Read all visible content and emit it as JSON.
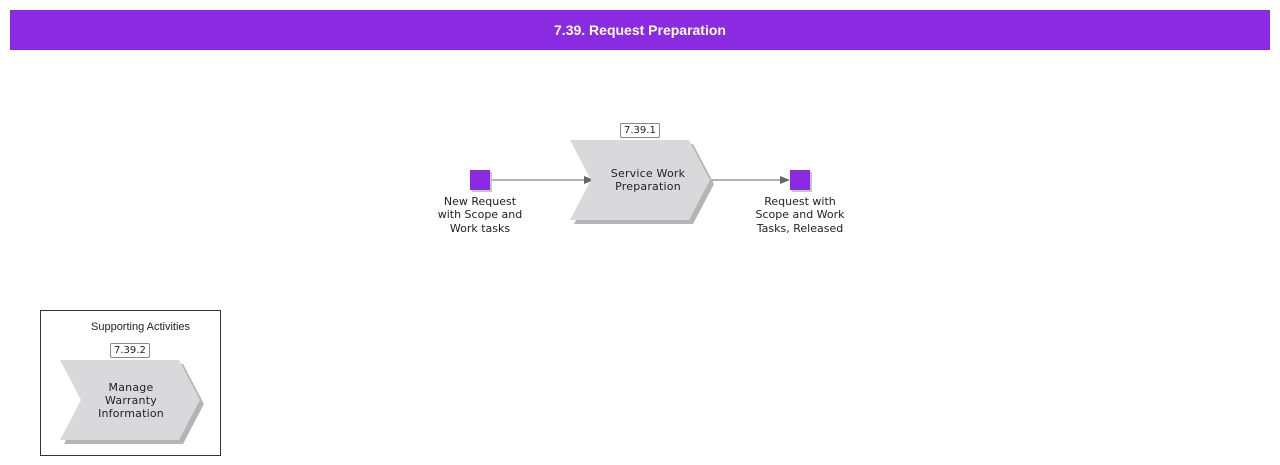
{
  "colors": {
    "accent": "#8a2be2",
    "process_fill": "#d9d9db",
    "process_shadow": "#b4b4b6",
    "arrow": "#666666"
  },
  "header": {
    "title": "7.39. Request Preparation"
  },
  "diagram": {
    "start_event": {
      "label": "New Request with Scope and Work tasks"
    },
    "process_main": {
      "id": "7.39.1",
      "label": "Service Work Preparation"
    },
    "end_event": {
      "label": "Request with Scope and Work Tasks, Released"
    }
  },
  "supporting": {
    "title": "Supporting Activities",
    "process": {
      "id": "7.39.2",
      "label": "Manage Warranty Information"
    }
  }
}
